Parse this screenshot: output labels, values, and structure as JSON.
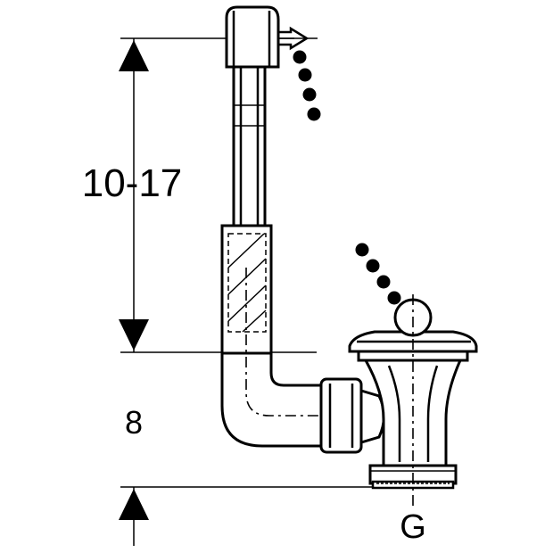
{
  "labels": {
    "upper_dimension": "10-17",
    "lower_dimension": "8",
    "thread_label": "G"
  },
  "colors": {
    "stroke": "#000000",
    "background": "#ffffff"
  },
  "icons": {
    "arrow_up": "dimension-arrow-up-icon",
    "arrow_down": "dimension-arrow-down-icon",
    "chain": "chain-icon"
  }
}
